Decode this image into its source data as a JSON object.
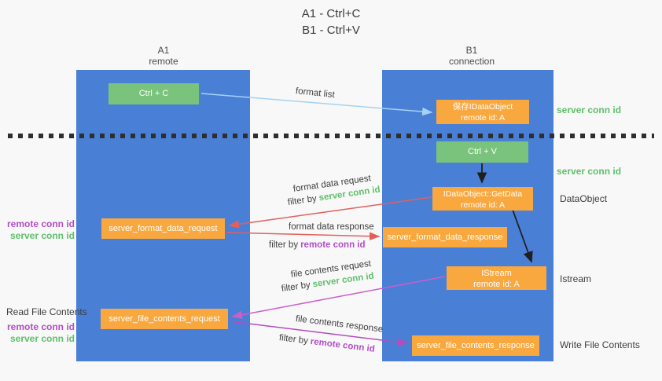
{
  "title": {
    "line1": "A1 - Ctrl+C",
    "line2": "B1 - Ctrl+V"
  },
  "columns": {
    "left": {
      "name": "A1",
      "subtitle": "remote"
    },
    "right": {
      "name": "B1",
      "subtitle": "connection"
    }
  },
  "nodes": {
    "ctrl_c": "Ctrl + C",
    "ctrl_v": "Ctrl + V",
    "save_idataobject": {
      "title": "保存IDataObject",
      "subtitle": "remote id: A"
    },
    "idataobject_getdata": {
      "title": "IDataObject::GetData",
      "subtitle": "remote id: A"
    },
    "istream": {
      "title": "IStream",
      "subtitle": "remote id: A"
    },
    "server_format_data_request": "server_format_data_request",
    "server_format_data_response": "server_format_data_response",
    "server_file_contents_request": "server_file_contents_request",
    "server_file_contents_response": "server_file_contents_response"
  },
  "arrow_labels": {
    "format_list": "format list",
    "format_data_request": "format data request",
    "format_data_response": "format data response",
    "file_contents_request": "file contents request",
    "file_contents_response": "file contents response",
    "filter_by": "filter by",
    "server_conn_id": "server conn id",
    "remote_conn_id": "remote conn id"
  },
  "side_labels": {
    "server_conn_id": "server conn id",
    "remote_conn_id": "remote conn id",
    "dataobject": "DataObject",
    "istream": "Istream",
    "read_file_contents": "Read File Contents",
    "write_file_contents": "Write File Contents"
  },
  "colors": {
    "background": "#f8f8f8",
    "column_blue": "#4a7fd6",
    "node_green": "#79c37d",
    "node_orange": "#f8a83e",
    "arrow_light_blue": "#a5d2f3",
    "arrow_red": "#e2605c",
    "arrow_magenta": "#cc5ec9",
    "arrow_magenta_dark": "#b14ebc",
    "arrow_black": "#1f1f1f",
    "text_green": "#5fbf6a",
    "text_purple": "#b14ec6",
    "text_dark": "#3c3c3c",
    "separator_dark": "#2e2e2e"
  }
}
